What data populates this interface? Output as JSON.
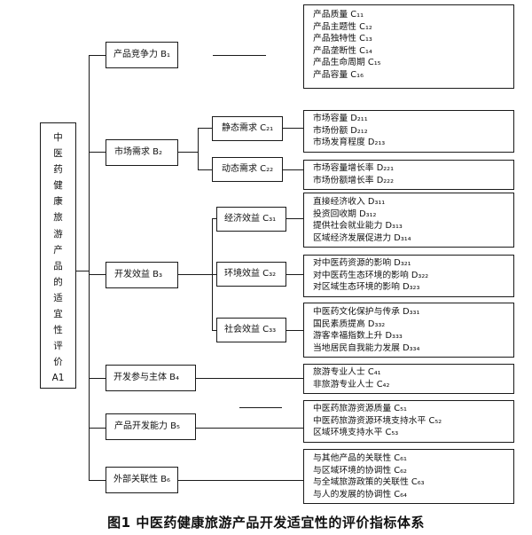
{
  "root": {
    "chars": [
      "中",
      "医",
      "药",
      "健",
      "康",
      "旅",
      "游",
      "产",
      "品",
      "的",
      "适",
      "宜",
      "性",
      "评",
      "价",
      "A1"
    ]
  },
  "b_nodes": [
    {
      "id": "b1",
      "label": "产品竞争力 B₁"
    },
    {
      "id": "b2",
      "label": "市场需求 B₂"
    },
    {
      "id": "b3",
      "label": "开发效益 B₃"
    },
    {
      "id": "b4",
      "label": "开发参与主体 B₄"
    },
    {
      "id": "b5",
      "label": "产品开发能力 B₅"
    },
    {
      "id": "b6",
      "label": "外部关联性 B₆"
    }
  ],
  "c_nodes": [
    {
      "id": "c21",
      "label": "静态需求 C₂₁"
    },
    {
      "id": "c22",
      "label": "动态需求 C₂₂"
    },
    {
      "id": "c31",
      "label": "经济效益 C₃₁"
    },
    {
      "id": "c32",
      "label": "环境效益 C₃₂"
    },
    {
      "id": "c33",
      "label": "社会效益 C₃₃"
    }
  ],
  "leaf_boxes": [
    {
      "id": "b1-items",
      "items": [
        "产品质量 C₁₁",
        "产品主题性 C₁₂",
        "产品独特性 C₁₃",
        "产品垄断性 C₁₄",
        "产品生命周期 C₁₅",
        "产品容量 C₁₆"
      ]
    },
    {
      "id": "c21-items",
      "items": [
        "市场容量 D₂₁₁",
        "市场份额 D₂₁₂",
        "市场发育程度 D₂₁₃"
      ]
    },
    {
      "id": "c22-items",
      "items": [
        "市场容量增长率 D₂₂₁",
        "市场份额增长率 D₂₂₂"
      ]
    },
    {
      "id": "c31-items",
      "items": [
        "直接经济收入 D₃₁₁",
        "投资回收期 D₃₁₂",
        "提供社会就业能力 D₃₁₃",
        "区域经济发展促进力 D₃₁₄"
      ]
    },
    {
      "id": "c32-items",
      "items": [
        "对中医药资源的影响 D₃₂₁",
        "对中医药生态环境的影响 D₃₂₂",
        "对区域生态环境的影响 D₃₂₃"
      ]
    },
    {
      "id": "c33-items",
      "items": [
        "中医药文化保护与传承 D₃₃₁",
        "国民素质提高 D₃₃₂",
        "游客幸福指数上升 D₃₃₃",
        "当地居民自我能力发展 D₃₃₄"
      ]
    },
    {
      "id": "b4-items",
      "items": [
        "旅游专业人士 C₄₁",
        "非旅游专业人士 C₄₂"
      ]
    },
    {
      "id": "b5-items",
      "items": [
        "中医药旅游资源质量 C₅₁",
        "中医药旅游资源环境支持水平 C₅₂",
        "区域环境支持水平 C₅₃"
      ]
    },
    {
      "id": "b6-items",
      "items": [
        "与其他产品的关联性 C₆₁",
        "与区域环境的协调性 C₆₂",
        "与全域旅游政策的关联性 C₆₃",
        "与人的发展的协调性 C₆₄"
      ]
    }
  ],
  "caption": "图1    中医药健康旅游产品开发适宜性的评价指标体系"
}
